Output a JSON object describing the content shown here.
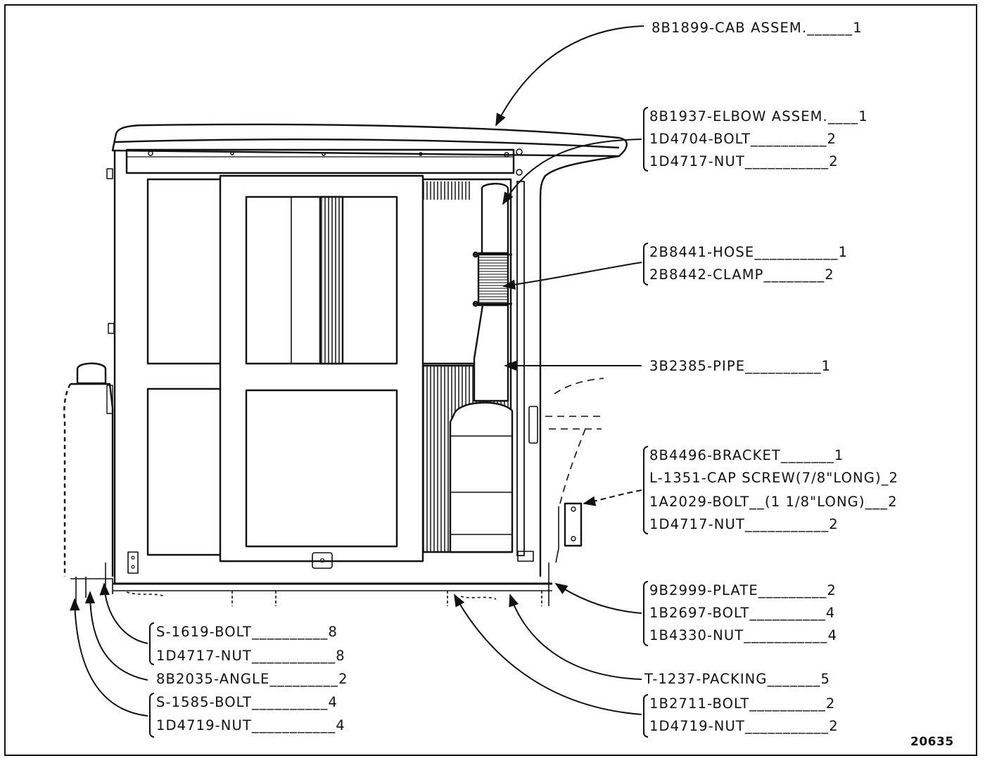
{
  "figure_number": "20635",
  "callouts": [
    {
      "lines": [
        "8B1899-CAB ASSEM.______1"
      ]
    },
    {
      "lines": [
        "8B1937-ELBOW ASSEM.____1",
        "1D4704-BOLT__________2",
        "1D4717-NUT___________2"
      ]
    },
    {
      "lines": [
        "2B8441-HOSE___________1",
        "2B8442-CLAMP________2"
      ]
    },
    {
      "lines": [
        "3B2385-PIPE__________1"
      ]
    },
    {
      "lines": [
        "8B4496-BRACKET_______1",
        "L-1351-CAP SCREW(7/8\"LONG)_2",
        "1A2029-BOLT__(1 1/8\"LONG)___2",
        "1D4717-NUT___________2"
      ]
    },
    {
      "lines": [
        "9B2999-PLATE_________2",
        "1B2697-BOLT__________4",
        "1B4330-NUT___________4"
      ]
    },
    {
      "lines": [
        "S-1619-BOLT__________8",
        "1D4717-NUT___________8"
      ]
    },
    {
      "lines": [
        "8B2035-ANGLE_________2"
      ]
    },
    {
      "lines": [
        "S-1585-BOLT__________4",
        "1D4719-NUT___________4"
      ]
    },
    {
      "lines": [
        "T-1237-PACKING_______5"
      ]
    },
    {
      "lines": [
        "1B2711-BOLT__________2",
        "1D4719-NUT___________2"
      ]
    }
  ]
}
